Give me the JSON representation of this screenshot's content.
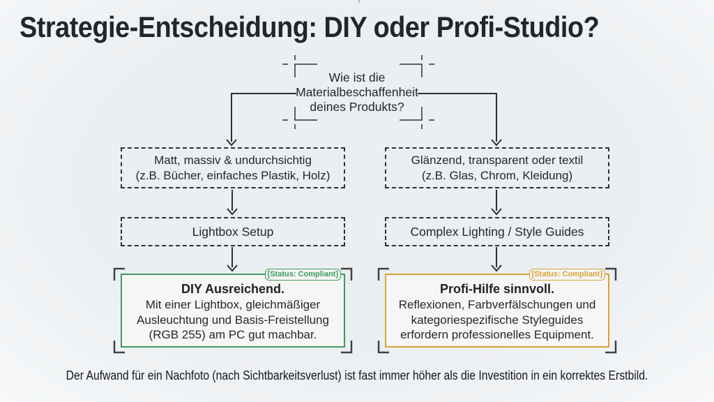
{
  "title": "Strategie-Entscheidung: DIY oder Profi-Studio?",
  "decision": {
    "lines": [
      "Wie ist die",
      "Materialbeschaffenheit",
      "deines Produkts?"
    ]
  },
  "branches": [
    {
      "condition_lines": [
        "Matt, massiv & undurchsichtig",
        "(z.B. Bücher, einfaches Plastik, Holz)"
      ],
      "method": "Lightbox Setup",
      "result_title": "DIY Ausreichend.",
      "result_lines": [
        "Mit einer Lightbox, gleichmäßiger",
        "Ausleuchtung und Basis-Freistellung",
        "(RGB 255) am PC gut machbar."
      ],
      "badge": "[Status: Compliant]",
      "accent": "#3f9a60"
    },
    {
      "condition_lines": [
        "Glänzend, transparent oder textil",
        "(z.B. Glas, Chrom, Kleidung)"
      ],
      "method": "Complex Lighting / Style Guides",
      "result_title": "Profi-Hilfe sinnvoll.",
      "result_lines": [
        "Reflexionen, Farbverfälschungen und",
        "kategoriespezifische Styleguides",
        "erfordern professionelles Equipment."
      ],
      "badge": "[Status: Compliant]",
      "accent": "#d9a23c"
    }
  ],
  "footer": "Der Aufwand für ein Nachfoto (nach Sichtbarkeitsverlust) ist fast immer höher als die Investition in ein korrektes Erstbild.",
  "colors": {
    "background": "#edf0f1",
    "ink": "#2b3036",
    "result_fill": "#f6f7f4",
    "green_accent": "#3f9a60",
    "orange_accent": "#d9a23c",
    "bracket": "#3d4248"
  }
}
